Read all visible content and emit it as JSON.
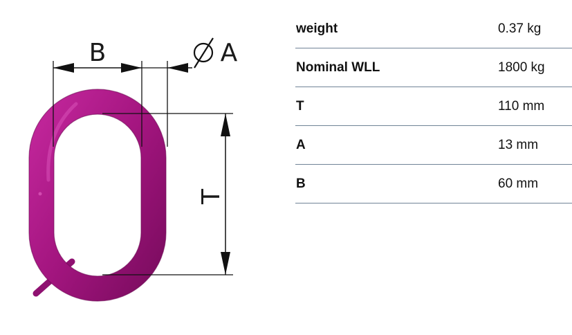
{
  "figure": {
    "dimension_labels": {
      "b": "B",
      "a": "A",
      "t": "T"
    },
    "ring_color": "#a3157f"
  },
  "specs": [
    {
      "label": "weight",
      "value": "0.37 kg"
    },
    {
      "label": "Nominal WLL",
      "value": "1800 kg"
    },
    {
      "label": "T",
      "value": "110 mm"
    },
    {
      "label": "A",
      "value": "13 mm"
    },
    {
      "label": "B",
      "value": "60 mm"
    }
  ]
}
